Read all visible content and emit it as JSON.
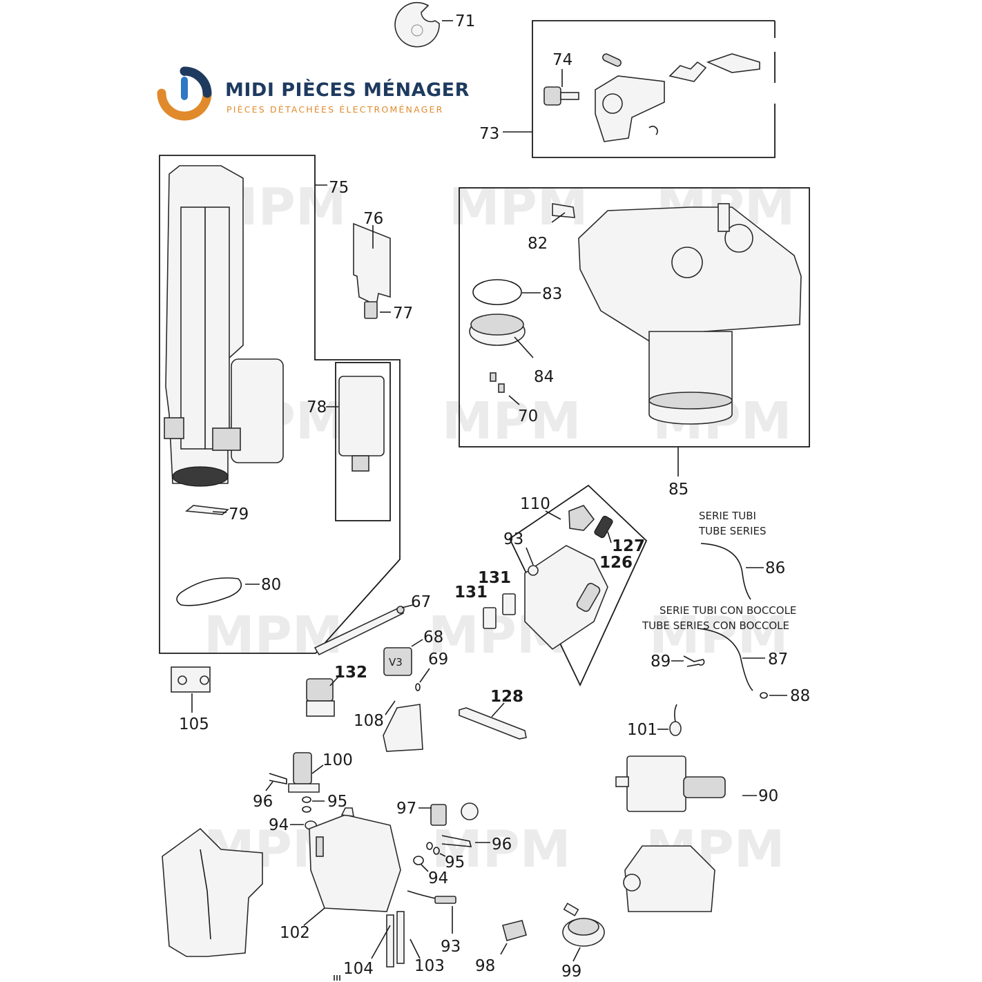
{
  "brand": {
    "name": "MIDI PIÈCES MÉNAGER",
    "tagline": "PIÈCES DÉTACHÉES ÉLECTROMÉNAGER",
    "watermark": "MPM",
    "colors": {
      "navy": "#1e3a5f",
      "orange": "#e08a2c",
      "blue": "#2f78c4"
    }
  },
  "callouts": {
    "c71": "71",
    "c73": "73",
    "c74": "74",
    "c75": "75",
    "c76": "76",
    "c77": "77",
    "c78": "78",
    "c79": "79",
    "c80": "80",
    "c82": "82",
    "c83": "83",
    "c84": "84",
    "c70": "70",
    "c85": "85",
    "c110": "110",
    "c93a": "93",
    "c127": "127",
    "c126": "126",
    "c131a": "131",
    "c131b": "131",
    "c86": "86",
    "c67": "67",
    "c68": "68",
    "c69": "69",
    "c132": "132",
    "c108": "108",
    "c128": "128",
    "c87": "87",
    "c88": "88",
    "c89": "89",
    "c105": "105",
    "c100": "100",
    "c96a": "96",
    "c95a": "95",
    "c94a": "94",
    "c97": "97",
    "c96b": "96",
    "c95b": "95",
    "c94b": "94",
    "c101": "101",
    "c90": "90",
    "c102": "102",
    "c93b": "93",
    "c104": "104",
    "c103": "103",
    "c98": "98",
    "c99": "99"
  },
  "series": {
    "s1_line1": "SERIE TUBI",
    "s1_line2": "TUBE SERIES",
    "s2_line1": "SERIE TUBI CON BOCCOLE",
    "s2_line2": "TUBE SERIES CON BOCCOLE"
  },
  "parts": {
    "v3_label": "V3"
  }
}
